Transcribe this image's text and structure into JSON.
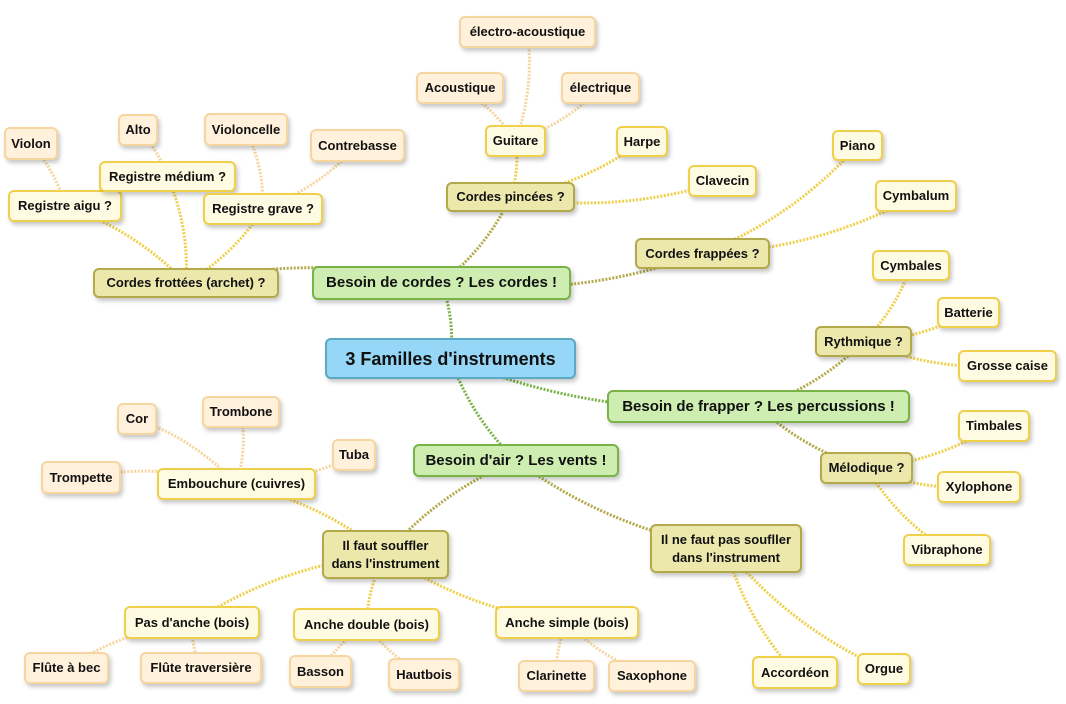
{
  "nodes": {
    "root": "3 Familles d'instruments",
    "cordes": "Besoin de cordes ? Les cordes !",
    "percussions": "Besoin de frapper ? Les percussions !",
    "vents": "Besoin d'air ? Les vents !",
    "frottees": "Cordes frottées (archet) ?",
    "pincees": "Cordes pincées ?",
    "frappees": "Cordes frappées ?",
    "aigu": "Registre aigu ?",
    "medium": "Registre médium ?",
    "grave": "Registre grave ?",
    "violon": "Violon",
    "alto": "Alto",
    "violoncelle": "Violoncelle",
    "contrebasse": "Contrebasse",
    "guitare": "Guitare",
    "acoustique": "Acoustique",
    "electroacoustique": "électro-acoustique",
    "electrique": "électrique",
    "harpe": "Harpe",
    "clavecin": "Clavecin",
    "piano": "Piano",
    "cymbalum": "Cymbalum",
    "rythmique": "Rythmique ?",
    "melodique": "Mélodique ?",
    "cymbales": "Cymbales",
    "batterie": "Batterie",
    "grossecaise": "Grosse caise",
    "timbales": "Timbales",
    "xylophone": "Xylophone",
    "vibraphone": "Vibraphone",
    "souffler": "Il faut souffler\ndans l'instrument",
    "passouffler": "Il ne faut pas soufller\ndans l'instrument",
    "embouchure": "Embouchure (cuivres)",
    "cor": "Cor",
    "trombone": "Trombone",
    "tuba": "Tuba",
    "trompette": "Trompette",
    "pasanche": "Pas d'anche (bois)",
    "anchedouble": "Anche double (bois)",
    "anchesimple": "Anche simple (bois)",
    "flutebec": "Flûte à bec",
    "flutetrav": "Flûte traversière",
    "basson": "Basson",
    "hautbois": "Hautbois",
    "clarinette": "Clarinette",
    "saxophone": "Saxophone",
    "accordeon": "Accordéon",
    "orgue": "Orgue"
  },
  "edges": [
    [
      "root",
      "cordes"
    ],
    [
      "root",
      "percussions"
    ],
    [
      "root",
      "vents"
    ],
    [
      "cordes",
      "frottees"
    ],
    [
      "cordes",
      "pincees"
    ],
    [
      "cordes",
      "frappees"
    ],
    [
      "frottees",
      "aigu"
    ],
    [
      "frottees",
      "medium"
    ],
    [
      "frottees",
      "grave"
    ],
    [
      "aigu",
      "violon"
    ],
    [
      "medium",
      "alto"
    ],
    [
      "grave",
      "violoncelle"
    ],
    [
      "grave",
      "contrebasse"
    ],
    [
      "pincees",
      "guitare"
    ],
    [
      "pincees",
      "harpe"
    ],
    [
      "pincees",
      "clavecin"
    ],
    [
      "guitare",
      "acoustique"
    ],
    [
      "guitare",
      "electroacoustique"
    ],
    [
      "guitare",
      "electrique"
    ],
    [
      "frappees",
      "piano"
    ],
    [
      "frappees",
      "cymbalum"
    ],
    [
      "percussions",
      "rythmique"
    ],
    [
      "percussions",
      "melodique"
    ],
    [
      "rythmique",
      "cymbales"
    ],
    [
      "rythmique",
      "batterie"
    ],
    [
      "rythmique",
      "grossecaise"
    ],
    [
      "melodique",
      "timbales"
    ],
    [
      "melodique",
      "xylophone"
    ],
    [
      "melodique",
      "vibraphone"
    ],
    [
      "vents",
      "souffler"
    ],
    [
      "vents",
      "passouffler"
    ],
    [
      "souffler",
      "embouchure"
    ],
    [
      "souffler",
      "pasanche"
    ],
    [
      "souffler",
      "anchedouble"
    ],
    [
      "souffler",
      "anchesimple"
    ],
    [
      "embouchure",
      "cor"
    ],
    [
      "embouchure",
      "trombone"
    ],
    [
      "embouchure",
      "tuba"
    ],
    [
      "embouchure",
      "trompette"
    ],
    [
      "pasanche",
      "flutebec"
    ],
    [
      "pasanche",
      "flutetrav"
    ],
    [
      "anchedouble",
      "basson"
    ],
    [
      "anchedouble",
      "hautbois"
    ],
    [
      "anchesimple",
      "clarinette"
    ],
    [
      "anchesimple",
      "saxophone"
    ],
    [
      "passouffler",
      "accordeon"
    ],
    [
      "passouffler",
      "orgue"
    ]
  ],
  "colors": {
    "l1": "#79b347",
    "l2": "#b3a94b",
    "l3": "#efd04a",
    "l4": "#f6d59f"
  }
}
